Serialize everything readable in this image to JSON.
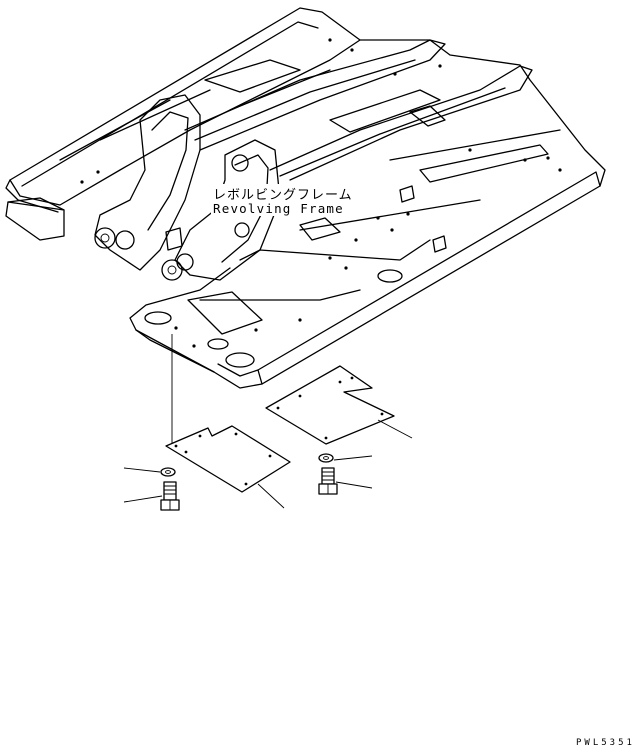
{
  "labels": {
    "part_name_jp": "レボルビングフレーム",
    "part_name_en": "Revolving Frame"
  },
  "drawing_code": "PWL5351"
}
